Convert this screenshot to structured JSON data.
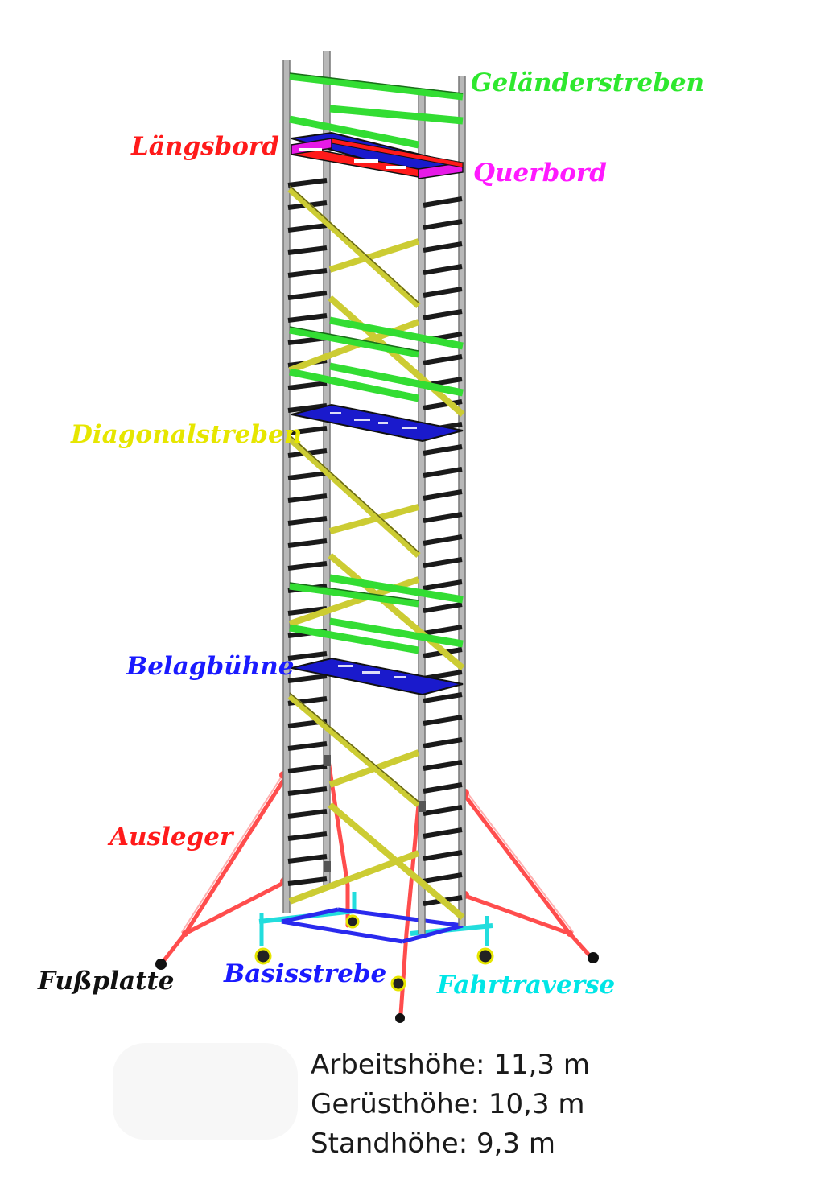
{
  "labels": {
    "gelaenderstreben": {
      "text": "Geländerstreben",
      "color": "#2ee82e"
    },
    "laengsbord": {
      "text": "Längsbord",
      "color": "#ff1a1a"
    },
    "querbord": {
      "text": "Querbord",
      "color": "#ff1aff"
    },
    "diagonalstreben": {
      "text": "Diagonalstreben",
      "color": "#e6e600"
    },
    "belagbuehne": {
      "text": "Belagbühne",
      "color": "#1a1aff"
    },
    "ausleger": {
      "text": "Ausleger",
      "color": "#ff1a1a"
    },
    "fussplatte": {
      "text": "Fußplatte",
      "color": "#111111"
    },
    "basisstrebe": {
      "text": "Basisstrebe",
      "color": "#1a1aff"
    },
    "fahrtraverse": {
      "text": "Fahrtraverse",
      "color": "#00e6e6"
    }
  },
  "specs": {
    "arbeitshoehe": "Arbeitshöhe: 11,3 m",
    "geruesthoehe": "Gerüsthöhe: 10,3 m",
    "standhoehe": "Standhöhe: 9,3 m"
  },
  "colors": {
    "frame": "#b8b8b8",
    "rung": "#1a1a1a",
    "guardrail": "#33dd33",
    "diagonal": "#cccc33",
    "platform": "#1a1acc",
    "toeboard_long": "#ff1a1a",
    "toeboard_cross": "#e61ae6",
    "outrigger": "#ff4d4d",
    "base_brace": "#2a2aee",
    "travel_beam": "#22dddd",
    "footplate": "#111111"
  }
}
